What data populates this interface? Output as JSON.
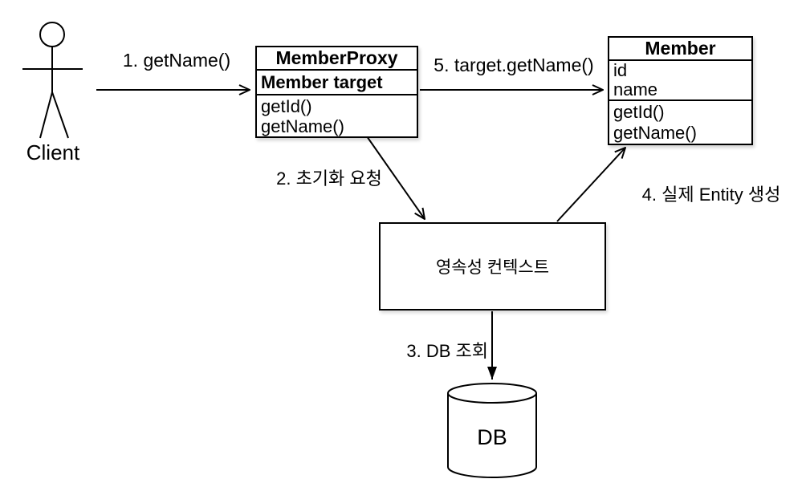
{
  "diagram": {
    "colors": {
      "stroke": "#000000",
      "background": "#ffffff",
      "text": "#000000"
    },
    "actor": {
      "label": "Client"
    },
    "class_boxes": {
      "member_proxy": {
        "title": "MemberProxy",
        "attributes": [
          "Member target"
        ],
        "methods": [
          "getId()",
          "getName()"
        ]
      },
      "member": {
        "title": "Member",
        "attributes": [
          "id",
          "name"
        ],
        "methods": [
          "getId()",
          "getName()"
        ]
      }
    },
    "persistence_context": {
      "label": "영속성 컨텍스트"
    },
    "database": {
      "label": "DB"
    },
    "arrows": {
      "step1": {
        "label": "1. getName()"
      },
      "step2": {
        "label": "2. 초기화 요청"
      },
      "step3": {
        "label": "3. DB 조회"
      },
      "step4": {
        "label": "4. 실제 Entity 생성"
      },
      "step5": {
        "label": "5. target.getName()"
      }
    }
  }
}
